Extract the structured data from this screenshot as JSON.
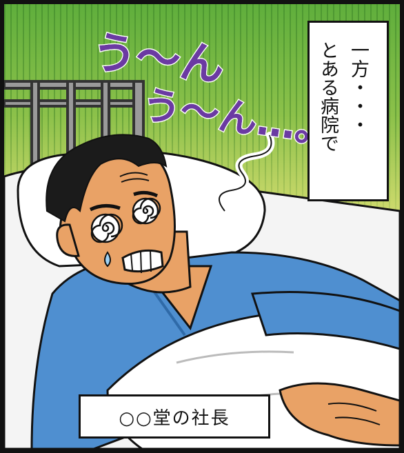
{
  "panel": {
    "sfx": [
      "う〜ん",
      "う〜ん…。"
    ],
    "narration": "一方・・・\nとある病院で",
    "caption": "○○堂の社長"
  },
  "colors": {
    "background_top": "#5fae3c",
    "background_bottom": "#f4efc4",
    "gown": "#4f8fd0",
    "skin": "#e9a266",
    "sfx": "#6b3aa3"
  }
}
